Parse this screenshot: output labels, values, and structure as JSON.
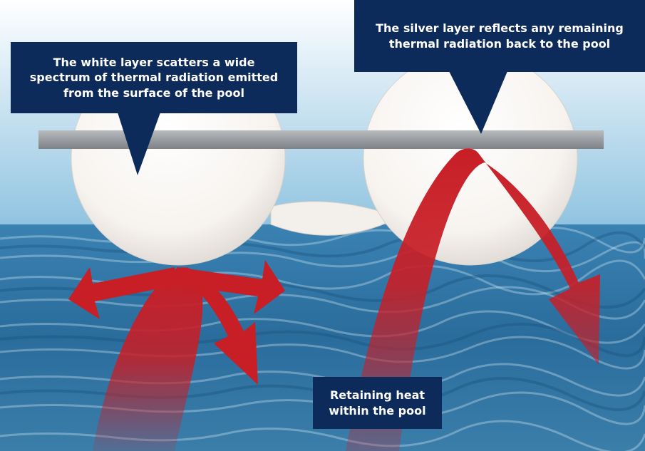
{
  "callouts": {
    "white_layer": "The white layer scatters a wide spectrum of thermal radiation emitted from the surface of the pool",
    "silver_layer": "The silver layer reflects any remaining thermal radiation back to the pool",
    "retaining": "Retaining heat within the pool"
  },
  "colors": {
    "callout_bg": "#0c2a5a",
    "arrow": "#c81e26",
    "water": "#2f6f9c",
    "sky": "#cfe6f3",
    "silver_layer": "#9a9da1"
  }
}
